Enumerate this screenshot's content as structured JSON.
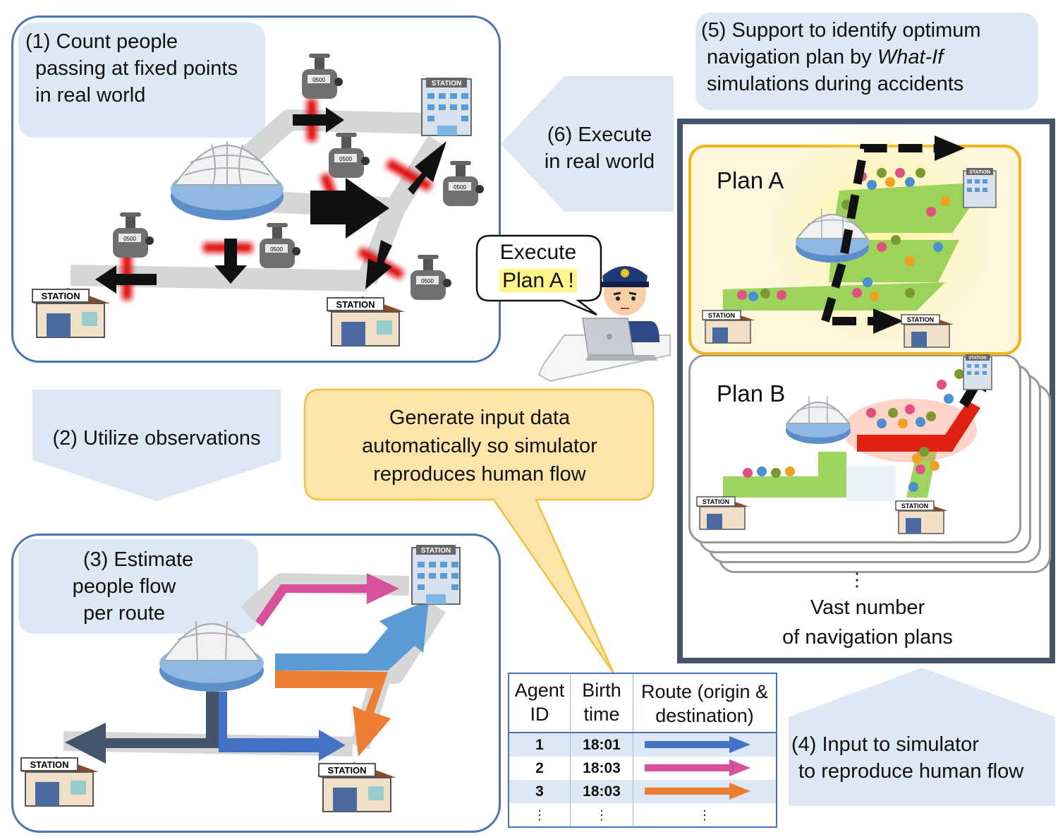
{
  "step1": {
    "lines": [
      "(1) Count people",
      "passing at fixed points",
      "in real world"
    ]
  },
  "step2": {
    "text": "(2) Utilize observations"
  },
  "step3": {
    "lines": [
      "(3) Estimate",
      "people flow",
      "per route"
    ]
  },
  "step4": {
    "lines": [
      "(4) Input to simulator",
      "to reproduce human flow"
    ]
  },
  "step5": {
    "line1": "(5) Support to identify optimum",
    "line2": "navigation plan by ",
    "line2_em": "What-If",
    "line3": "simulations during accidents"
  },
  "step6": {
    "lines": [
      "(6) Execute",
      "in real world"
    ]
  },
  "speech": {
    "line1": "Execute",
    "line2": "Plan A !"
  },
  "callout": {
    "lines": [
      "Generate input data",
      "automatically so simulator",
      "reproduces human flow"
    ]
  },
  "plans": {
    "a": "Plan A",
    "b": "Plan B"
  },
  "vast": {
    "dots": "⋮",
    "lines": [
      "Vast number",
      "of navigation plans"
    ]
  },
  "station_sign": "STATION",
  "counter_display": "0500",
  "table": {
    "headers": [
      {
        "l1": "Agent",
        "l2": "ID"
      },
      {
        "l1": "Birth",
        "l2": "time"
      },
      {
        "l1": "Route (origin &",
        "l2": "destination)"
      }
    ],
    "rows": [
      {
        "id": "1",
        "time": "18:01",
        "color": "#4472c4"
      },
      {
        "id": "2",
        "time": "18:03",
        "color": "#d6509a"
      },
      {
        "id": "3",
        "time": "18:03",
        "color": "#ed7d31"
      }
    ],
    "ellipsis": "⋮"
  },
  "colors": {
    "panel_border": "#4a72b8",
    "label_bg": "#dce8f4",
    "callout_bg": "#fde5a9",
    "callout_border": "#f0c040",
    "plan_a_border": "#f3b41a",
    "route_pink": "#d6509a",
    "route_blue": "#5b9bd5",
    "route_orange": "#ed7d31",
    "route_navy": "#44546a",
    "route_royal": "#4472c4",
    "sim_frame": "#44546a",
    "counter_red": "#e01010"
  }
}
